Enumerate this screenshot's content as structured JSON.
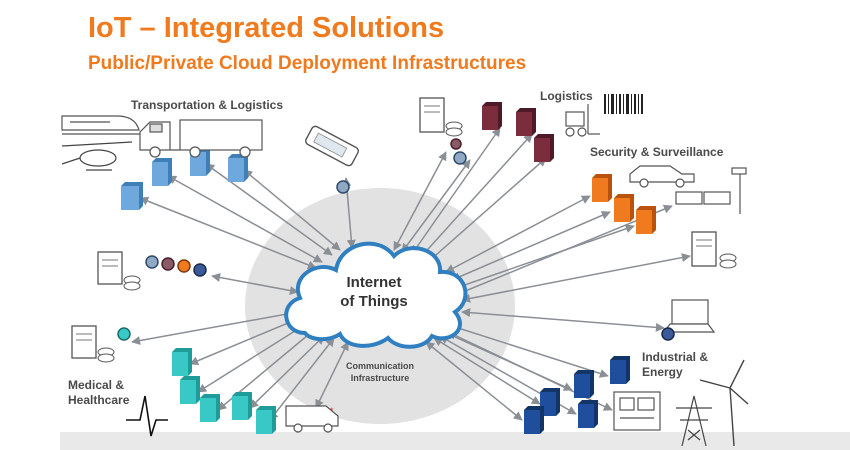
{
  "header": {
    "title": "IoT – Integrated Solutions",
    "subtitle": "Public/Private Cloud Deployment Infrastructures"
  },
  "hub": {
    "line1": "Internet",
    "line2": "of Things",
    "ring_label_line1": "Communication",
    "ring_label_line2": "Infrastructure"
  },
  "sectors": {
    "transportation": "Transportation & Logistics",
    "logistics": "Logistics",
    "security": "Security & Surveillance",
    "medical_line1": "Medical &",
    "medical_line2": "Healthcare",
    "industrial_line1": "Industrial &",
    "industrial_line2": "Energy"
  },
  "colors": {
    "title": "#f07a1e",
    "transport_devices": "#6fa8dc",
    "logistics_devices": "#7b2d3e",
    "security_devices": "#f07a1e",
    "medical_devices": "#38c9c6",
    "industrial_devices": "#1f4e9c",
    "cloud_fill": "#ffffff",
    "cloud_stroke": "#2f7fc1",
    "ring_fill": "#e2e2e2",
    "arrow": "#8a8f96"
  },
  "icons": [
    "truck-icon",
    "train-icon",
    "helicopter-icon",
    "handheld-device-icon",
    "server-icon",
    "barcode-icon",
    "forklift-icon",
    "car-icon",
    "camera-icon",
    "laptop-icon",
    "ambulance-icon",
    "ecg-icon",
    "wind-turbine-icon",
    "power-tower-icon",
    "control-cabinet-icon"
  ]
}
